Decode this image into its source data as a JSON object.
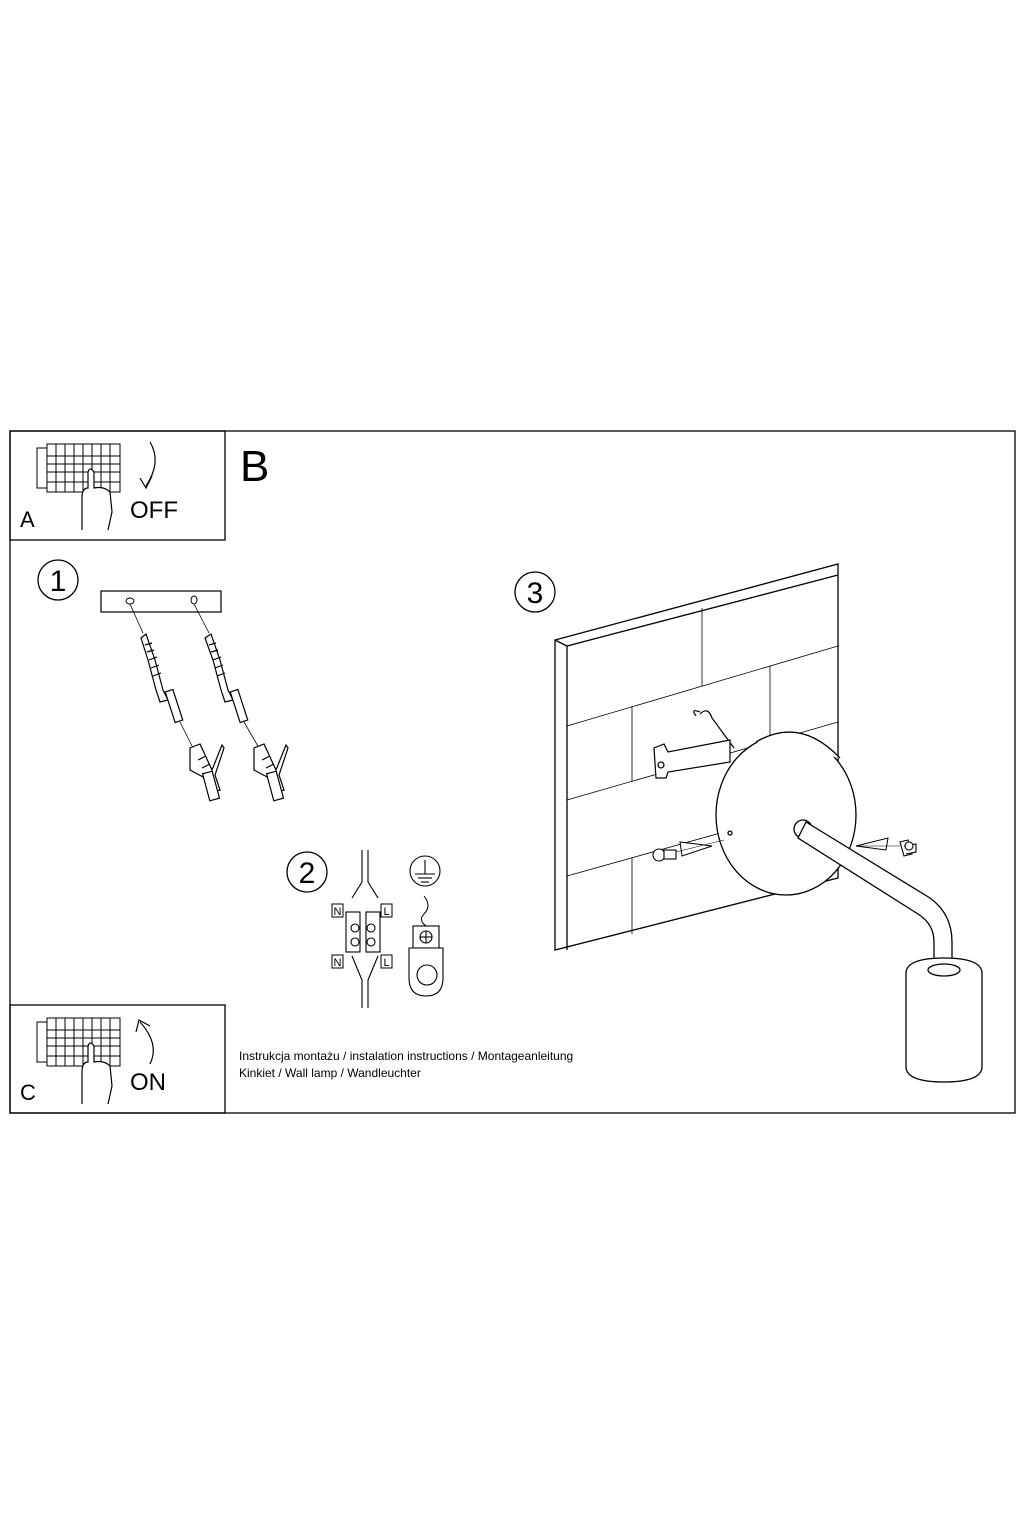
{
  "panel_a": {
    "letter": "A",
    "state": "OFF"
  },
  "panel_b": {
    "letter": "B"
  },
  "panel_c": {
    "letter": "C",
    "state": "ON"
  },
  "steps": [
    "1",
    "2",
    "3"
  ],
  "wiring": {
    "neutral": "N",
    "live": "L"
  },
  "footer": {
    "line1": "Instrukcja montażu / instalation instructions / Montageanleitung",
    "line2": "Kinkiet / Wall lamp / Wandleuchter"
  },
  "icons": [
    "breaker-panel-icon",
    "hand-icon",
    "curved-arrow-down-icon",
    "curved-arrow-up-icon",
    "screw-icon",
    "wall-plug-icon",
    "ground-symbol-icon",
    "terminal-block-icon"
  ]
}
